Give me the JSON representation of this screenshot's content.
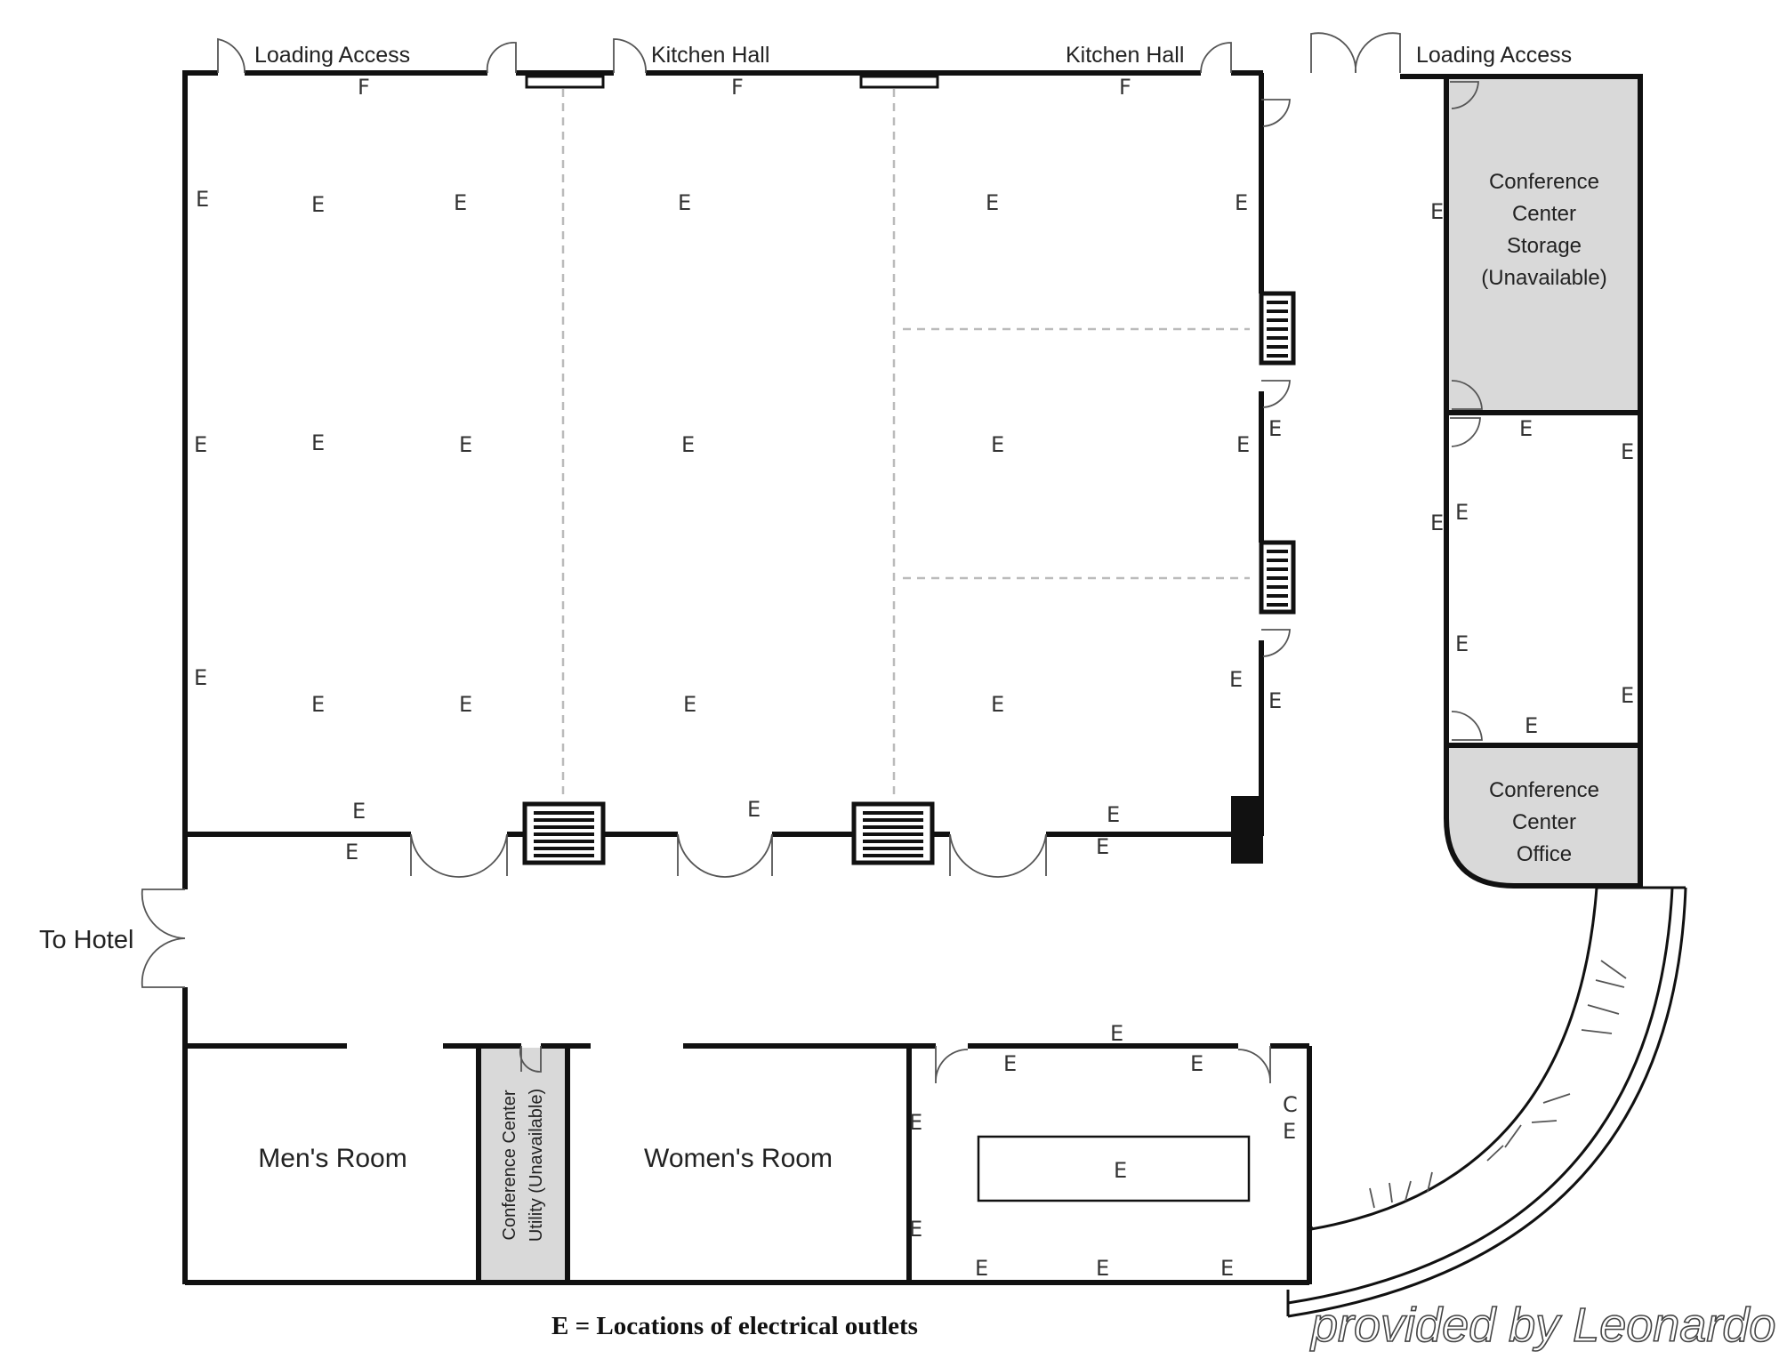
{
  "labels": {
    "loading_access_left": "Loading Access",
    "kitchen_hall_left": "Kitchen Hall",
    "kitchen_hall_right": "Kitchen Hall",
    "loading_access_right": "Loading Access",
    "to_hotel": "To Hotel",
    "mens_room": "Men's Room",
    "womens_room": "Women's Room",
    "storage": [
      "Conference",
      "Center",
      "Storage",
      "(Unavailable)"
    ],
    "office": [
      "Conference",
      "Center",
      "Office"
    ],
    "utility": [
      "Conference Center",
      "Utility (Unavailable)"
    ]
  },
  "outlet_marks": {
    "electrical": "E",
    "f_mark": "F",
    "c_mark": "C"
  },
  "legend": "E = Locations of electrical outlets",
  "credit": "provided by Leonardo",
  "colors": {
    "wall": "#111111",
    "shaded_room": "#d9d9d9",
    "partition": "#bbbbbb"
  }
}
